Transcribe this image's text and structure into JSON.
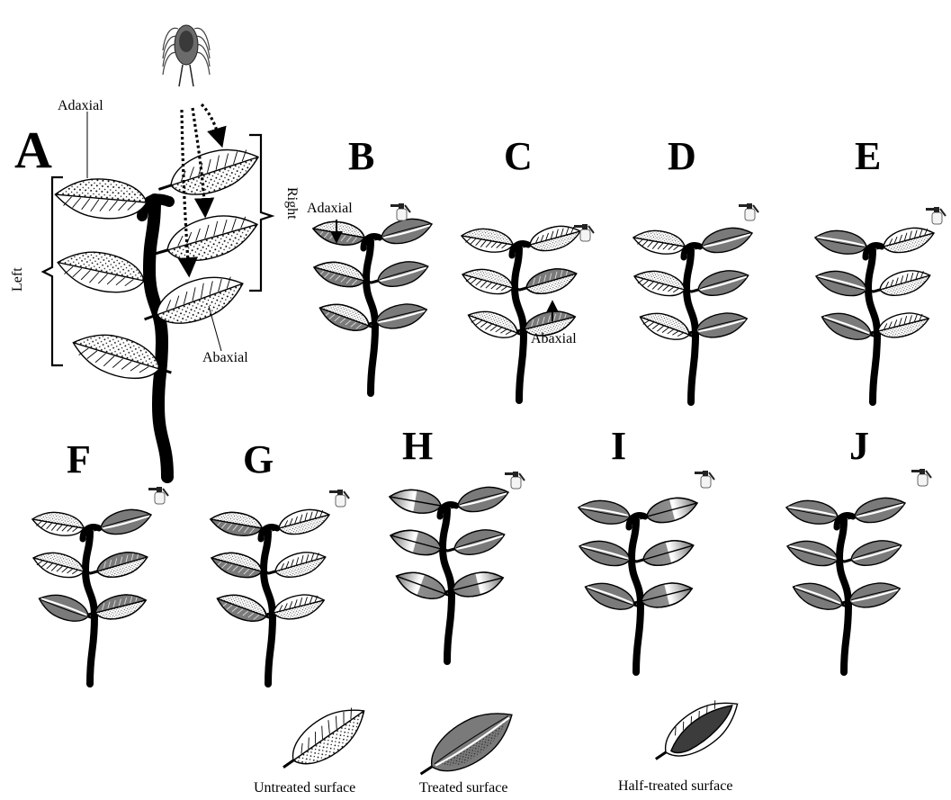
{
  "colors": {
    "ink": "#000000",
    "treated": "#7a7a7a",
    "untreated": "#ffffff",
    "half": "#3c3c3c",
    "mite": "#6b6b6b"
  },
  "icons": [
    "mite-icon",
    "sprayer-icon",
    "leaf-icon",
    "stem-icon",
    "bracket-icon",
    "arrow-icon"
  ],
  "panel_a": {
    "letter": "A",
    "adaxial_label": "Adaxial",
    "abaxial_label": "Abaxial",
    "left_label": "Left",
    "right_label": "Right"
  },
  "panels": [
    {
      "letter": "B",
      "pattern": "B",
      "note_label": "Adaxial"
    },
    {
      "letter": "C",
      "pattern": "C",
      "note_label": "Abaxial"
    },
    {
      "letter": "D",
      "pattern": "D"
    },
    {
      "letter": "E",
      "pattern": "E"
    },
    {
      "letter": "F",
      "pattern": "F"
    },
    {
      "letter": "G",
      "pattern": "G"
    },
    {
      "letter": "H",
      "pattern": "H"
    },
    {
      "letter": "I",
      "pattern": "I"
    },
    {
      "letter": "J",
      "pattern": "J"
    }
  ],
  "legend": {
    "untreated": "Untreated surface",
    "treated": "Treated surface",
    "half": "Half-treated surface"
  }
}
